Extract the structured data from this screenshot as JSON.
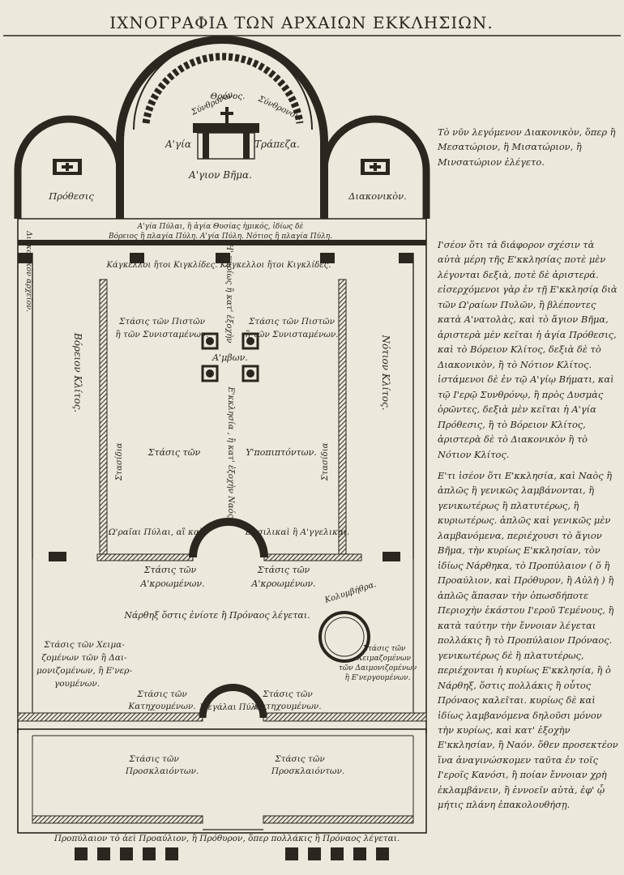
{
  "title": "ΙΧΝΟΓΡΑΦΙΑ ΤΩΝ ΑΡΧΑΙΩΝ ΕΚΚΛΗΣΙΩΝ.",
  "plan": {
    "synthronon_left": "Σύνθρονον.",
    "thronos": "Θρόνος.",
    "synthronon_right": "Σύνθρονον.",
    "agia": "Α'γία",
    "trapeza": "Τράπεζα.",
    "agion_vima": "Α'γιον Βῆμα.",
    "prothesis": "Πρόθεσις",
    "diakonikon": "Διακονικὸν.",
    "diakonikon_vertical": "Διακονικὸν ἀρχεῖον.",
    "agia_pyli_line1": "Α'γία Πύλαι, ἢ ἀγία Θυσίας ἡμικός, ἰδίως δὲ",
    "agia_pyli_line2": "Βόρειος ἢ πλαγία Πύλη. Α'γία Πύλη. Νότιος ἢ πλαγία Πύλη.",
    "kagkelloi_left": "Κάγκελλοι ἤτοι Κιγκλίδες.",
    "kagkelloi_right": "Κάγκελλοι ἤτοι Κιγκλίδες.",
    "center_upper": "Η' κυρίως ἢ κατ' ἐξοχὴν",
    "center_lower": "Ε'κκλησία , ἢ κατ' ἐξοχὴν Ναός.",
    "pistoi_left_1": "Στάσις τῶν Πιστῶν",
    "pistoi_left_2": "ἢ τῶν Συνισταμένων.",
    "pistoi_right_1": "Στάσις τῶν Πιστῶν",
    "pistoi_right_2": "ἢ τῶν Συνισταμένων.",
    "ambon": "Α'μβων.",
    "voreion_klitos": "Βόρειον Κλίτος.",
    "notion_klitos": "Νότιον Κλίτος.",
    "stasis_ton": "Στάσις τῶν",
    "ypopiptonton": "Υ'ποπιπτόντων.",
    "stasidia_left": "Στασίδια",
    "stasidia_right": "Στασίδια",
    "oraiai_pylai": "Ω'ραῖαι Πύλαι, αἳ καὶ",
    "vasilikai": "Βασιλικαὶ ἢ Α'γγελικαί.",
    "akroomenon_left_1": "Στάσις τῶν",
    "akroomenon_left_2": "Α'κροωμένων.",
    "akroomenon_right_1": "Στάσις τῶν",
    "akroomenon_right_2": "Α'κροωμένων.",
    "narthex": "Νάρθηξ ὅστις ἐνίοτε ἢ Πρόναος λέγεται.",
    "kolymvithra": "Κολυμβήθρα.",
    "cheimazomenon_1": "Στάσις τῶν Χειμα-",
    "cheimazomenon_2": "ζομένων τῶν ἢ Δαι-",
    "cheimazomenon_3": "μονιζομένων, ἢ Ε'νερ-",
    "cheimazomenon_4": "γουμένων.",
    "spasis_1": "Στάσις τῶν",
    "spasis_2": "Χειμαζομένων",
    "spasis_3": "τῶν Δαιμονιζομένων",
    "spasis_4": "ἢ Ε'νεργουμένων.",
    "katechoumenon_left_1": "Στάσις τῶν",
    "katechoumenon_left_2": "Κατηχουμένων.",
    "katechoumenon_right_1": "Στάσις τῶν",
    "katechoumenon_right_2": "Κατηχουμένων.",
    "megalai_pylai": "Μεγάλαι Πύλαι.",
    "proskl_left_1": "Στάσις τῶν",
    "proskl_left_2": "Προσκλαιόντων.",
    "proskl_right_1": "Στάσις τῶν",
    "proskl_right_2": "Προσκλαιόντων.",
    "propylaion": "Προπύλαιον τὸ ἀεὶ Προαύλιον, ἢ Πρόθυρον, ὅπερ πολλάκις ἢ Πρόναος λέγεται."
  },
  "notes": {
    "top": "Τὸ νῦν λεγόμενον Διακονικὸν, ὅπερ ἢ Μεσατώριον, ἢ Μισατώριον, ἢ Μινσατώριον ἐλέγετο.",
    "middle": "Ι'σέον ὅτι τὰ διάφορον σχέσιν τὰ αὐτὰ μέρη τῆς Ε'κκλησίας ποτὲ μὲν λέγονται δεξιὰ, ποτὲ δὲ ἀριστερά. εἰσερχόμενοι γὰρ ἐν τῇ Ε'κκλησίᾳ διὰ τῶν Ω'ραίων Πυλῶν, ἢ βλέποντες κατὰ Α'νατολὰς, καὶ τὸ ἅγιον Βῆμα, ἀριστερὰ μὲν κεῖται ἡ ἁγία Πρόθεσις, καὶ τὸ Βόρειον Κλίτος, δεξιὰ δὲ τὸ Διακονικὸν, ἢ τὸ Νότιον Κλίτος. ἱστάμενοι δὲ ἐν τῷ Α'γίῳ Βήματι, καὶ τῷ Ι'ερῷ Συνθρόνῳ, ἢ πρὸς Δυσμὰς ὁρῶντες, δεξιὰ μὲν κεῖται ἡ Α'γία Πρόθεσις, ἢ τὸ Βόρειον Κλίτος, ἀριστερὰ δὲ τὸ Διακονικὸν ἢ τὸ Νότιον Κλίτος.",
    "bottom": "Ε'τι ἰσέον ὅτι Ε'κκλησία, καὶ Ναὸς ἢ ἁπλῶς ἢ γενικῶς λαμβάνονται, ἢ γενικωτέρως ἢ πλατυτέρως, ἢ κυριωτέρως. ἁπλῶς καὶ γενικῶς μὲν λαμβανόμενα, περιέχουσι τὸ ἅγιον Βῆμα, τὴν κυρίως Ε'κκλησίαν, τὸν ἰδίως Νάρθηκα, τὸ Προπύλαιον ( ὅ ἢ Προαύλιον, καὶ Πρόθυρον, ἢ Αὐλὴ ) ἢ ἁπλῶς ἅπασαν τὴν ὁπωσδήποτε Περιοχὴν ἑκάστου Ι'εροῦ Τεμένους, ἢ κατὰ ταύτην τὴν ἔννοιαν λέγεται πολλάκις ἢ τὸ Προπύλαιον Πρόναος. γενικωτέρως δὲ ἢ πλατυτέρως, περιέχονται ἡ κυρίως Ε'κκλησία, ἢ ὁ Νάρθηξ, ὅστις πολλάκις ἢ οὗτος Πρόναος καλεῖται. κυρίως δὲ καὶ ἰδίως λαμβανόμενα δηλοῦσι μόνον τὴν κυρίως, καὶ κατ' ἐξοχὴν Ε'κκλησίαν, ἢ Ναόν. ὅθεν προσεκτέον ἵνα ἀναγινώσκομεν ταῦτα ἐν τοῖς Ι'εροῖς Κανόσι, ἢ ποίαν ἔννοιαν χρὴ ἐκλαμβάνειν, ἢ ἐννοεῖν αὐτὰ, ἐφ' ᾧ μήτις πλάνη ἐπακολουθήσῃ."
  },
  "colors": {
    "paper": "#ece8dc",
    "ink": "#2a2620",
    "hatch": "#3a362f"
  }
}
